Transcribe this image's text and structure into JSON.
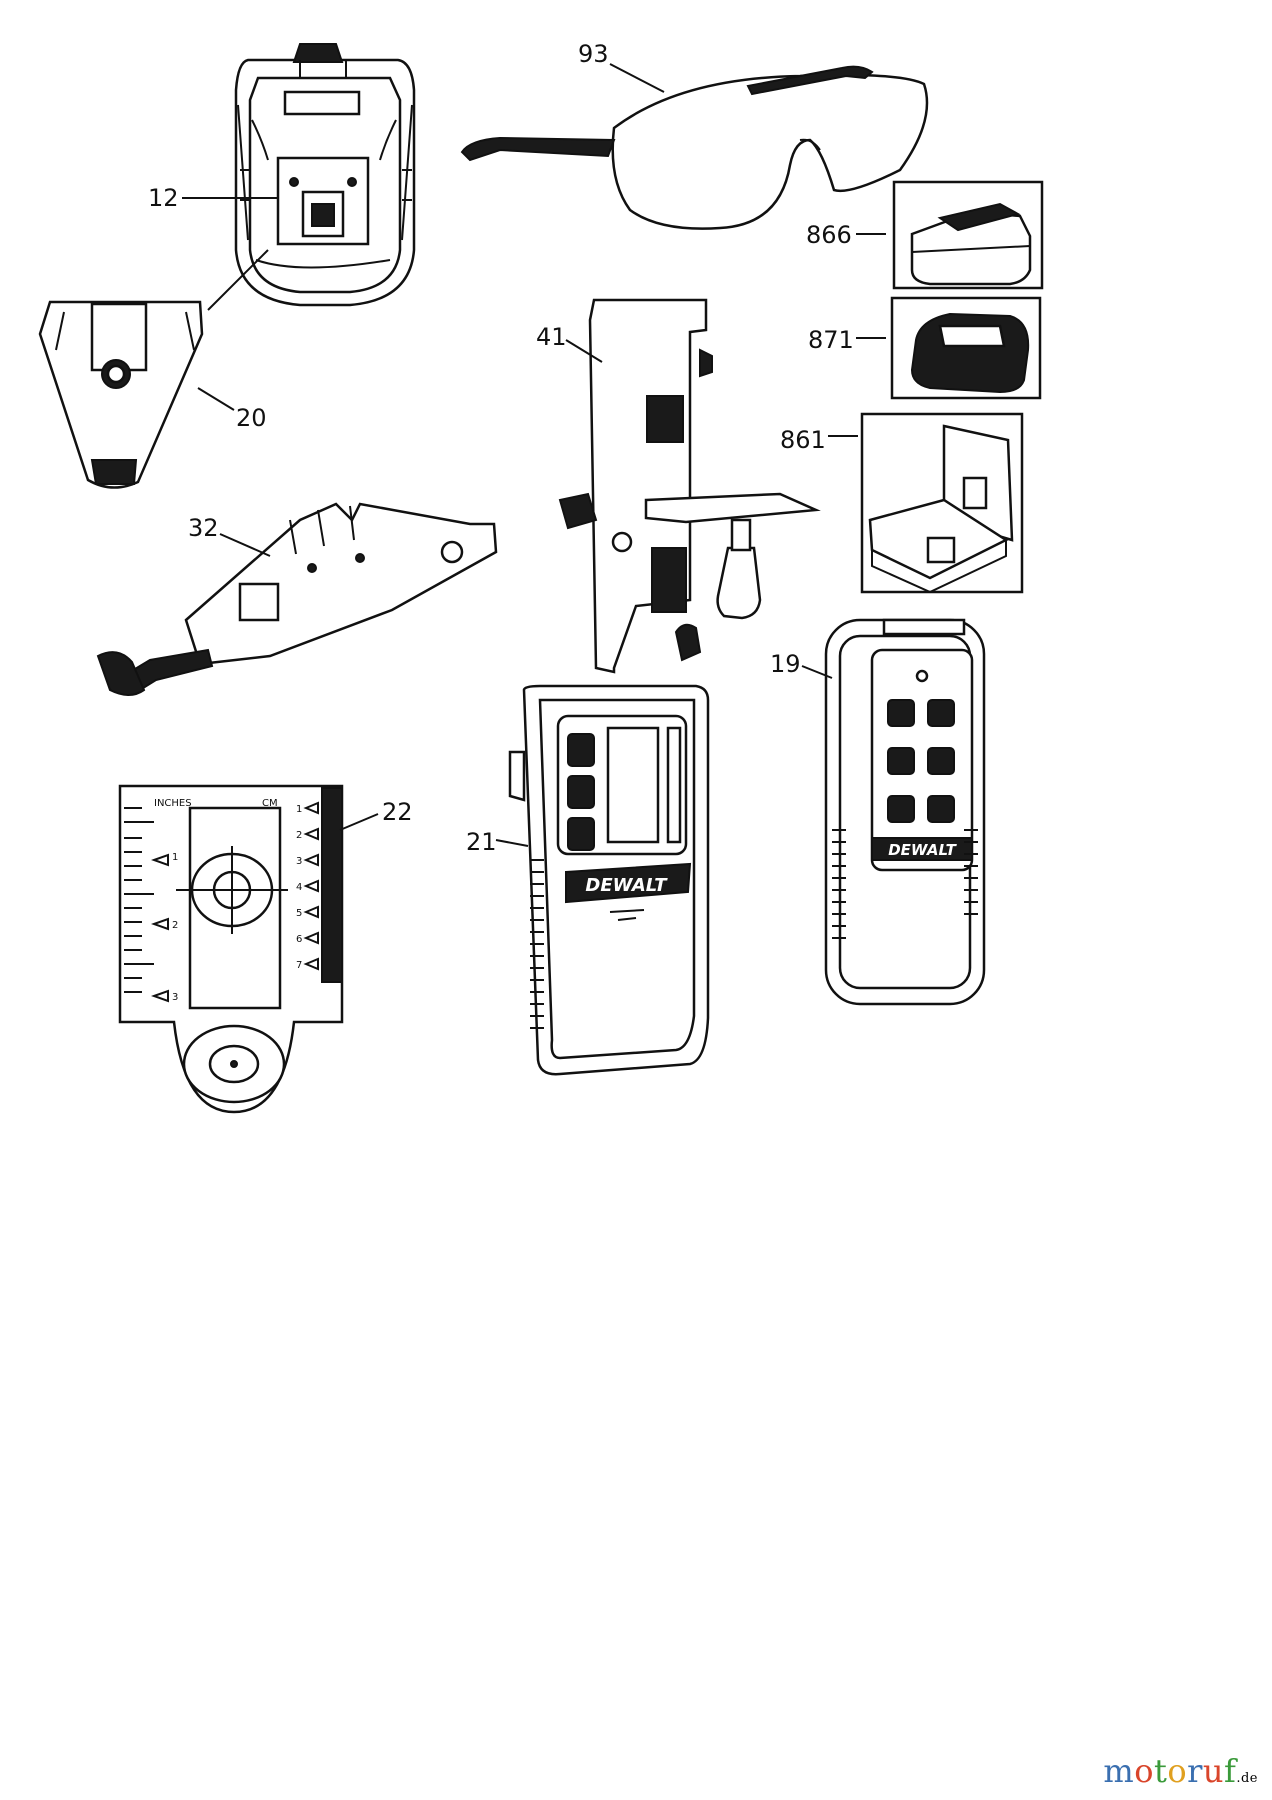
{
  "callouts": {
    "c93": "93",
    "c12": "12",
    "c866": "866",
    "c871": "871",
    "c861": "861",
    "c41": "41",
    "c20": "20",
    "c32": "32",
    "c19": "19",
    "c22": "22",
    "c21": "21"
  },
  "target_card": {
    "inches_label": "INCHES",
    "cm_label": "CM",
    "left_marks": [
      "1",
      "2",
      "3"
    ],
    "right_marks": [
      "1",
      "2",
      "3",
      "4",
      "5",
      "6",
      "7"
    ]
  },
  "brand": {
    "receiver_logo": "DEWALT",
    "remote_logo": "DEWALT"
  },
  "watermark": {
    "main": "motoruf",
    "suffix": ".de",
    "letter_colors": [
      "#3a6fb0",
      "#d9452b",
      "#3a9a3a",
      "#e0a020",
      "#3a6fb0",
      "#d9452b",
      "#3a9a3a"
    ]
  }
}
